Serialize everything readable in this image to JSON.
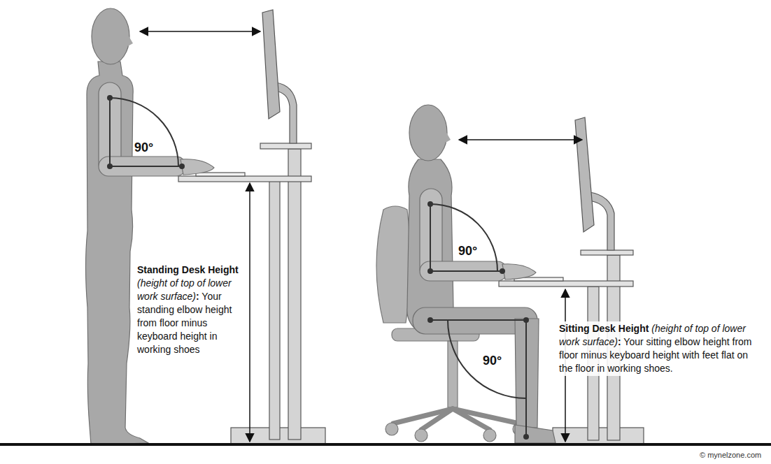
{
  "diagram": {
    "labels": [
      "90°",
      "Standing Desk Height",
      "(height of top of lower work surface)",
      ":",
      "Your standing elbow height from floor minus keyboard height in working shoes",
      "90°",
      "90°",
      "Sitting Desk Height",
      "(height of top of lower work surface)",
      ":",
      "Your sitting elbow height from floor minus keyboard height with feet flat on the floor in working shoes.",
      "© mynelzone.com"
    ]
  }
}
